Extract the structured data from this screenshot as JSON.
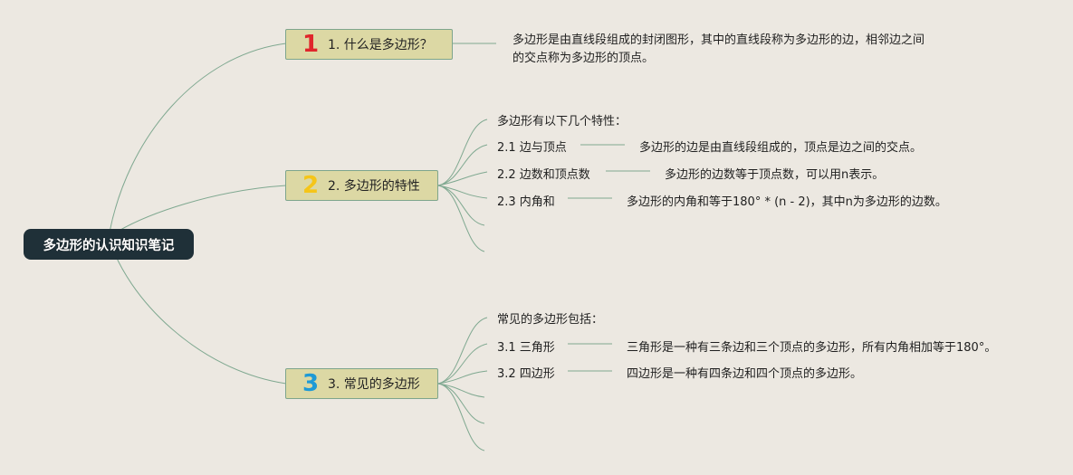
{
  "root": {
    "title": "多边形的认识知识笔记"
  },
  "topics": [
    {
      "number": "1",
      "number_color": "#e0262b",
      "label": "1. 什么是多边形？",
      "description_lines": [
        "多边形是由直线段组成的封闭图形，其中的直线段称为多边形的边，相邻边之间",
        "的交点称为多边形的顶点。"
      ]
    },
    {
      "number": "2",
      "number_color": "#f5c518",
      "label": "2. 多边形的特性",
      "intro": "多边形有以下几个特性：",
      "items": [
        {
          "label": "2.1 边与顶点",
          "detail": "多边形的边是由直线段组成的，顶点是边之间的交点。"
        },
        {
          "label": "2.2 边数和顶点数",
          "detail": "多边形的边数等于顶点数，可以用n表示。"
        },
        {
          "label": "2.3 内角和",
          "detail": "多边形的内角和等于180° * (n - 2)，其中n为多边形的边数。"
        }
      ]
    },
    {
      "number": "3",
      "number_color": "#1e9ad6",
      "label": "3. 常见的多边形",
      "intro": "常见的多边形包括：",
      "items": [
        {
          "label": "3.1 三角形",
          "detail": "三角形是一种有三条边和三个顶点的多边形，所有内角相加等于180°。"
        },
        {
          "label": "3.2 四边形",
          "detail": "四边形是一种有四条边和四个顶点的多边形。"
        }
      ]
    }
  ],
  "colors": {
    "connector": "#7fa890",
    "root_bg": "#1f3038",
    "topic_bg": "#dcd8a4",
    "page_bg": "#ece8e1"
  }
}
